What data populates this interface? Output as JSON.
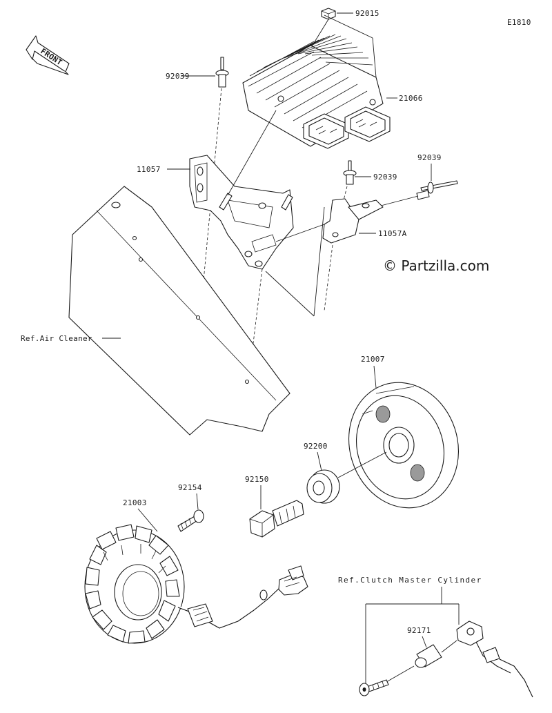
{
  "diagram_code": "E1810",
  "front_label": "FRONT",
  "watermark": "© Partzilla.com",
  "labels": {
    "p92015": "92015",
    "p21066": "21066",
    "p92039_left": "92039",
    "p11057": "11057",
    "p92039_mid": "92039",
    "p92039_right": "92039",
    "p11057A": "11057A",
    "ref_air_cleaner": "Ref.Air Cleaner",
    "p21007": "21007",
    "p92200": "92200",
    "p92150": "92150",
    "p92154": "92154",
    "p21003": "21003",
    "ref_clutch": "Ref.Clutch Master Cylinder",
    "p92171": "92171"
  }
}
